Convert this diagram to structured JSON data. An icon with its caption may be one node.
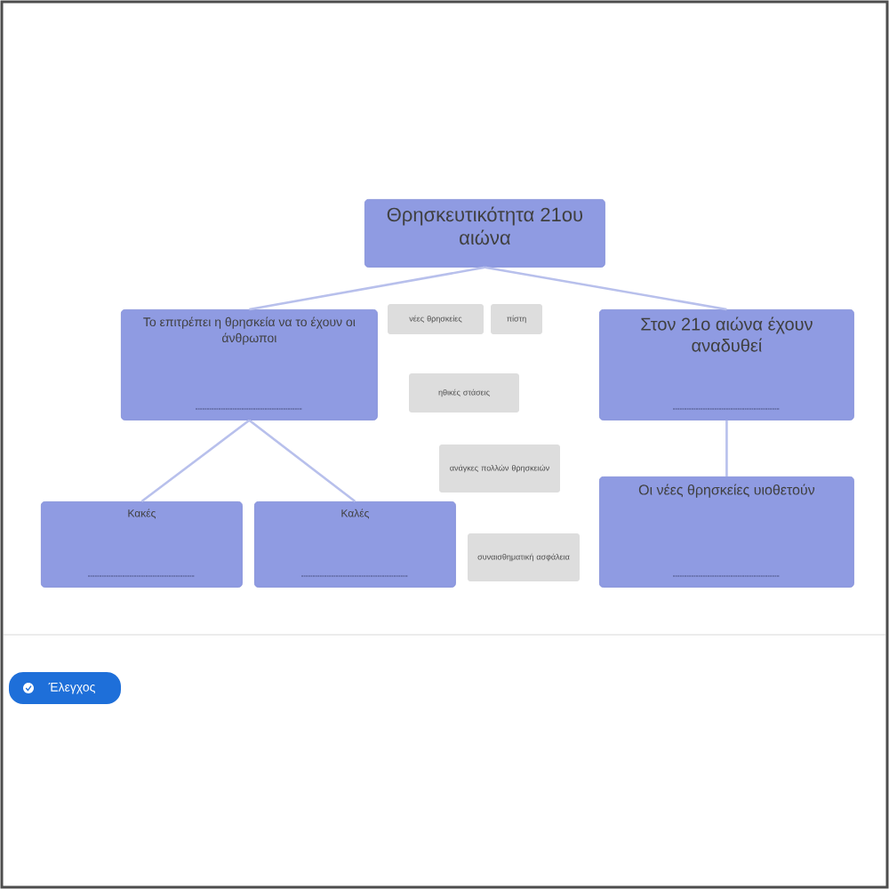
{
  "diagram": {
    "nodes": [
      {
        "text": [
          "Θρησκευτικότητα 21ου αιώνα"
        ]
      },
      {
        "text": [
          "Το επιτρέπει η θρησκεία να το έχουν οι άνθρωποι"
        ]
      },
      {
        "text": [
          "Στον 21ο αιώνα έχουν αναδυθεί"
        ]
      },
      {
        "text": [
          "Κακές"
        ]
      },
      {
        "text": [
          "Καλές"
        ]
      },
      {
        "text": [
          "Οι νέες θρησκείες υιοθετούν"
        ]
      }
    ],
    "edges": [
      {
        "from": 0,
        "to": 1,
        "arrow": "none"
      },
      {
        "from": 0,
        "to": 2,
        "arrow": "none"
      },
      {
        "from": 1,
        "to": 3,
        "arrow": "none"
      },
      {
        "from": 1,
        "to": 4,
        "arrow": "none"
      },
      {
        "from": 2,
        "to": 5,
        "arrow": "none"
      }
    ],
    "labels": [
      "νέες θρησκείες",
      "πίστη",
      "ηθικές στάσεις",
      "ανάγκες πολλών θρησκειών",
      "συναισθηματική ασφάλεια",
      "Έλεγχος"
    ]
  }
}
